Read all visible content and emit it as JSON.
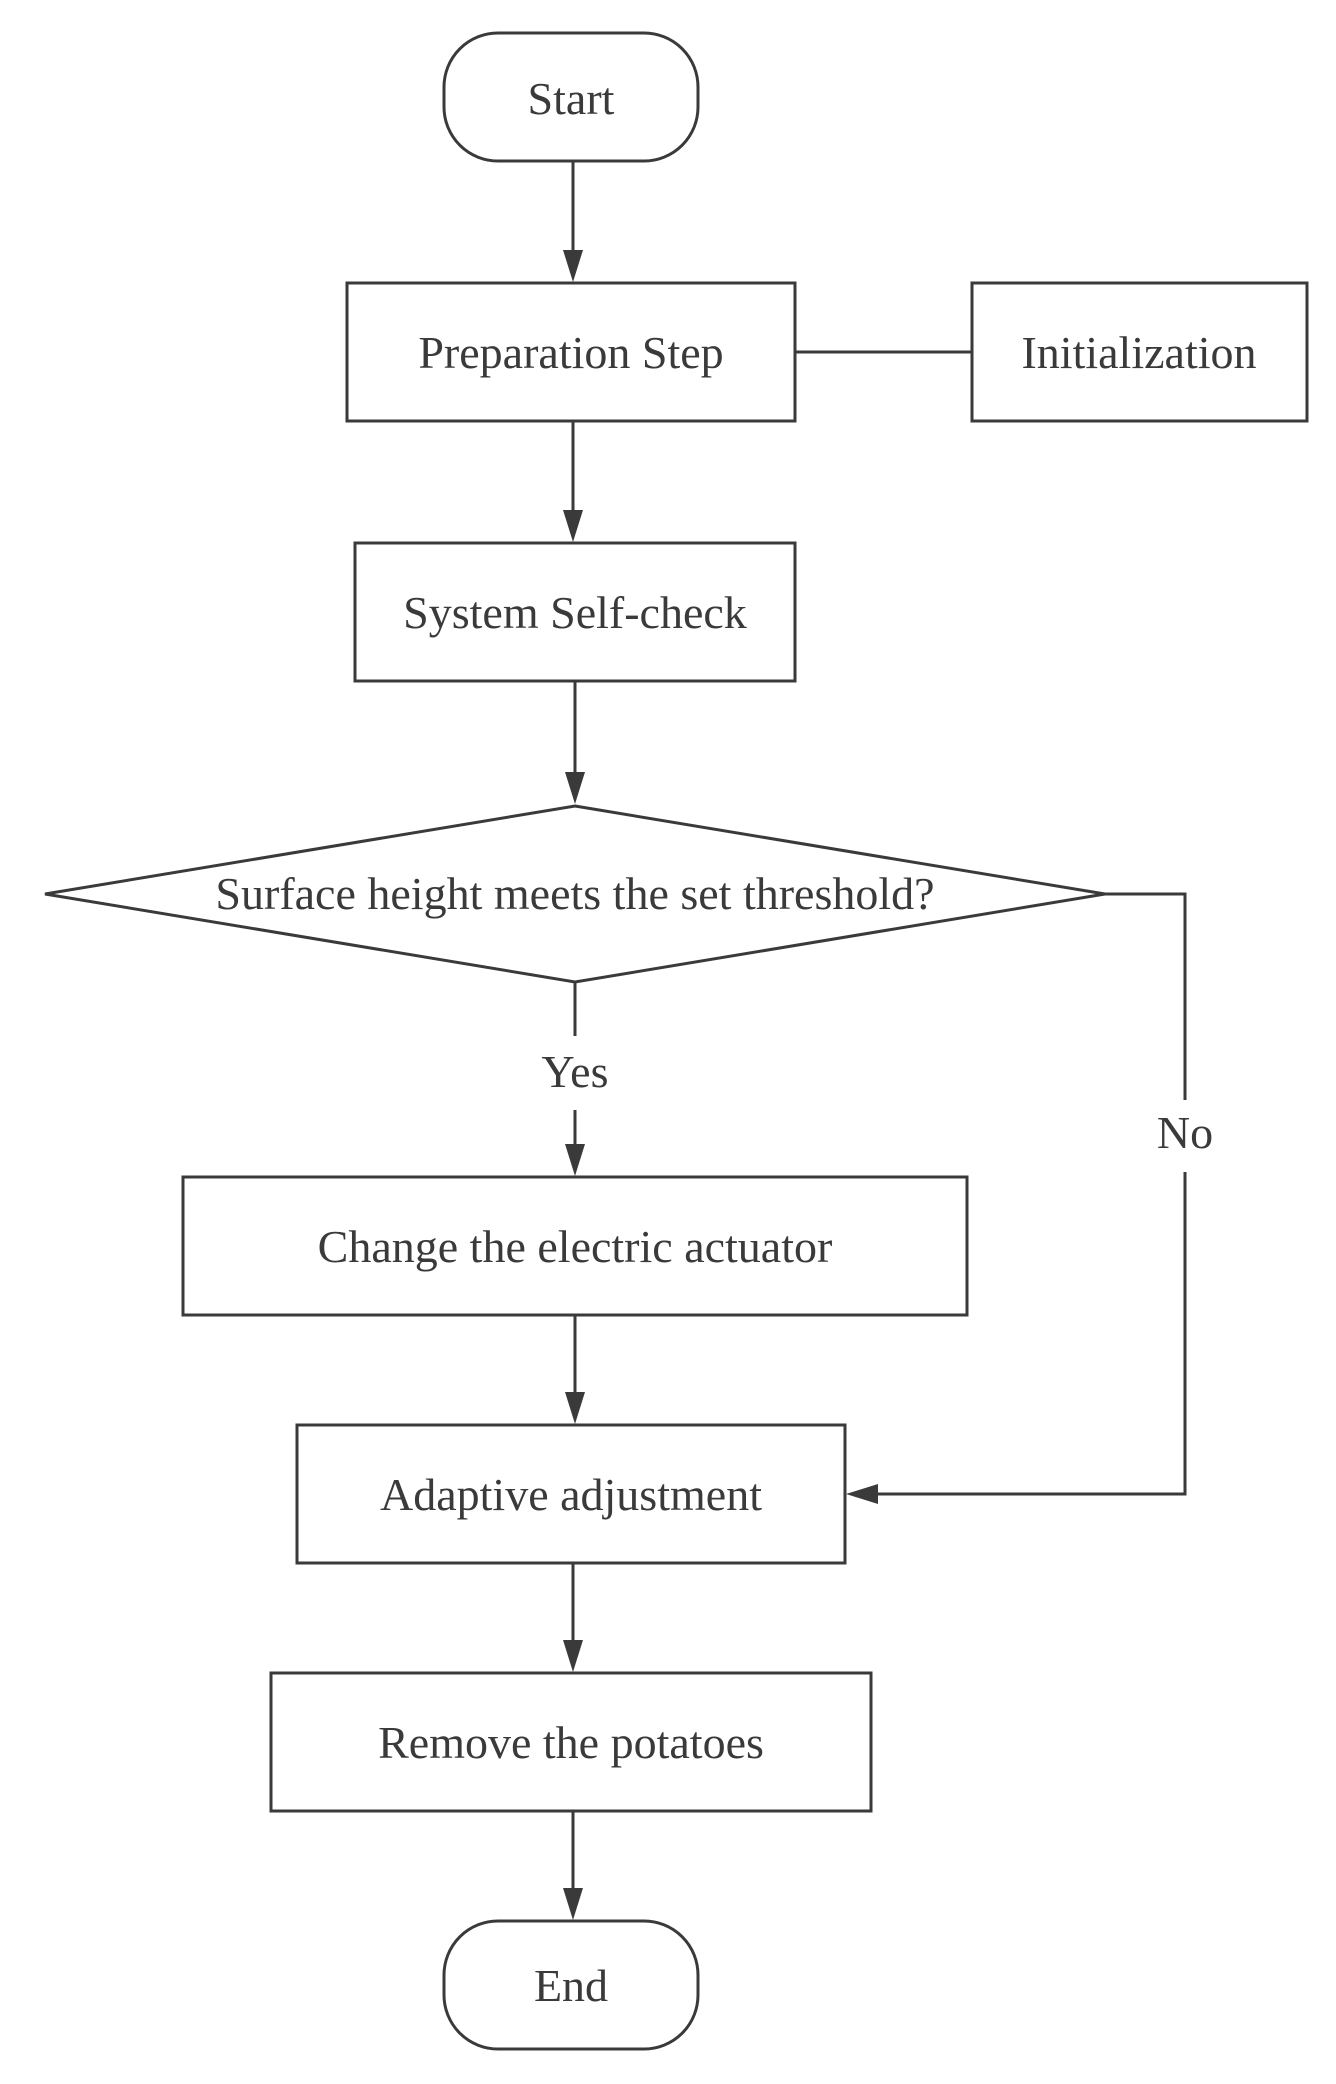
{
  "nodes": {
    "start": "Start",
    "preparation": "Preparation Step",
    "initialization": "Initialization",
    "self_check": "System Self-check",
    "decision": "Surface height meets the set threshold?",
    "change_actuator": "Change the electric actuator",
    "adaptive": "Adaptive adjustment",
    "remove": "Remove the potatoes",
    "end": "End"
  },
  "edges": {
    "yes": "Yes",
    "no": "No"
  },
  "colors": {
    "stroke": "#3a3a3a",
    "background": "#ffffff"
  }
}
